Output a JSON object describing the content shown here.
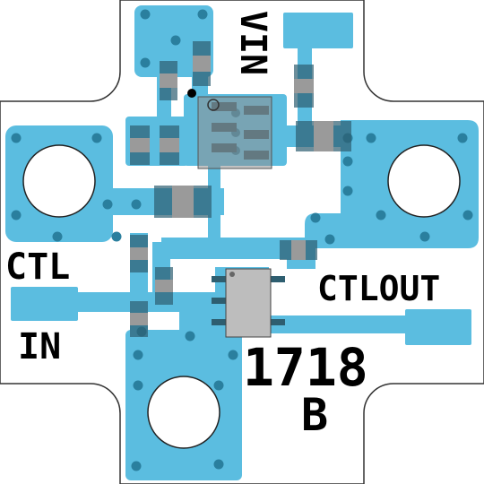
{
  "colors": {
    "board": "#ffffff",
    "outline": "#333333",
    "copper": "#5bbde0",
    "via": "#2a7f9e",
    "component_body": "#8f8f8f",
    "component_pad": "#2e5e70",
    "silkscreen": "#000000"
  },
  "labels": {
    "vin": "VIN",
    "ctl": "CTL",
    "in": "IN",
    "ctlout": "CTLOUT",
    "part_number": "1718",
    "revision": "B"
  }
}
